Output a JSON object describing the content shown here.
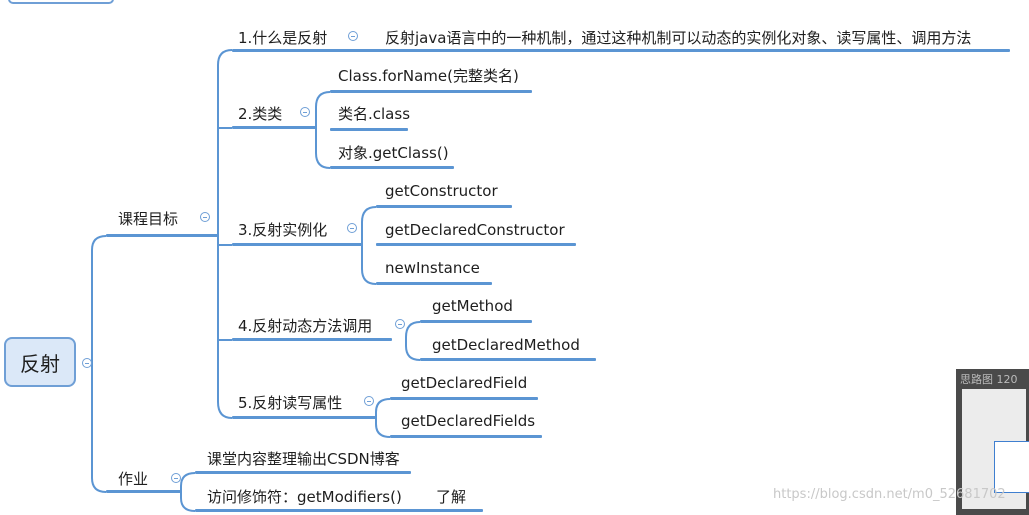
{
  "root": {
    "label": "反射"
  },
  "branches": {
    "goals": {
      "label": "课程目标",
      "items": {
        "what": {
          "label": "1.什么是反射",
          "note": "反射java语言中的一种机制，通过这种机制可以动态的实例化对象、读写属性、调用方法"
        },
        "classclass": {
          "label": "2.类类",
          "children": [
            "Class.forName(完整类名)",
            "类名.class",
            "对象.getClass()"
          ]
        },
        "instantiate": {
          "label": "3.反射实例化",
          "children": [
            "getConstructor",
            "getDeclaredConstructor",
            "newInstance"
          ]
        },
        "invoke": {
          "label": "4.反射动态方法调用",
          "children": [
            "getMethod",
            "getDeclaredMethod"
          ]
        },
        "fields": {
          "label": "5.反射读写属性",
          "children": [
            "getDeclaredField",
            "getDeclaredFields"
          ]
        }
      }
    },
    "homework": {
      "label": "作业",
      "items": [
        "课堂内容整理输出CSDN博客",
        "访问修饰符：getModifiers()"
      ],
      "extra": "了解"
    }
  },
  "minimap": {
    "title": "思路图 120"
  },
  "watermark": "https://blog.csdn.net/m0_52681702",
  "colors": {
    "line": "#5b95d3",
    "root_fill": "#dbe8f8",
    "root_border": "#6f9fd6"
  }
}
